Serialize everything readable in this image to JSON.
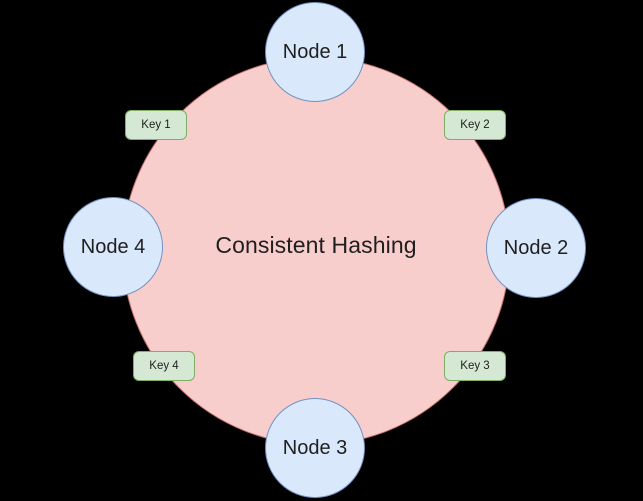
{
  "diagram": {
    "title": "Consistent Hashing",
    "background_color": "#000000",
    "ring": {
      "label": "Consistent Hashing",
      "fill_color": "#f8cecc",
      "border_color": "#b85450"
    },
    "node_style": {
      "fill_color": "#dae8fc",
      "border_color": "#6c8ebf",
      "shape": "circle"
    },
    "key_style": {
      "fill_color": "#d5e8d4",
      "border_color": "#82b366",
      "shape": "rounded-rectangle"
    },
    "nodes": [
      {
        "id": "node-1",
        "label": "Node 1",
        "position": "top"
      },
      {
        "id": "node-2",
        "label": "Node 2",
        "position": "right"
      },
      {
        "id": "node-3",
        "label": "Node 3",
        "position": "bottom"
      },
      {
        "id": "node-4",
        "label": "Node 4",
        "position": "left"
      }
    ],
    "keys": [
      {
        "id": "key-1",
        "label": "Key 1",
        "position": "upper-left"
      },
      {
        "id": "key-2",
        "label": "Key 2",
        "position": "upper-right"
      },
      {
        "id": "key-3",
        "label": "Key 3",
        "position": "lower-right"
      },
      {
        "id": "key-4",
        "label": "Key 4",
        "position": "lower-left"
      }
    ]
  }
}
